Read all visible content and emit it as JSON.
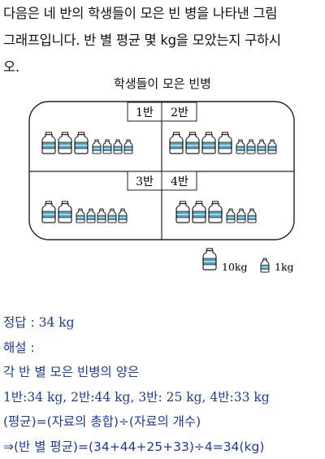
{
  "question": {
    "lines": [
      "다음은 네 반의 학생들이 모은 빈 병을 나타낸 그림",
      "그래프입니다. 반 별 평균 몇 kg을 모았는지 구하시",
      "오."
    ]
  },
  "figure": {
    "title": "학생들이 모은 빈병",
    "classes": [
      {
        "label": "1반",
        "big": 3,
        "small": 4,
        "kg": 34
      },
      {
        "label": "2반",
        "big": 4,
        "small": 4,
        "kg": 44
      },
      {
        "label": "3반",
        "big": 2,
        "small": 5,
        "kg": 25
      },
      {
        "label": "4반",
        "big": 3,
        "small": 3,
        "kg": 33
      }
    ],
    "legend": {
      "big": "10kg",
      "small": "1kg"
    }
  },
  "answer": {
    "answer_label": "정답 :",
    "answer_value": "34 kg",
    "explanation_label": "해설 :",
    "line1": "각 반 별 모은 빈병의 양은",
    "line2": "1반:34 kg, 2반:44 kg, 3반: 25 kg, 4반:33 kg",
    "line3": "(평균)=(자료의 총합)÷(자료의 개수)",
    "line4": "⇒(반 별 평균)=(34+44+25+33)÷4=34(kg)"
  }
}
